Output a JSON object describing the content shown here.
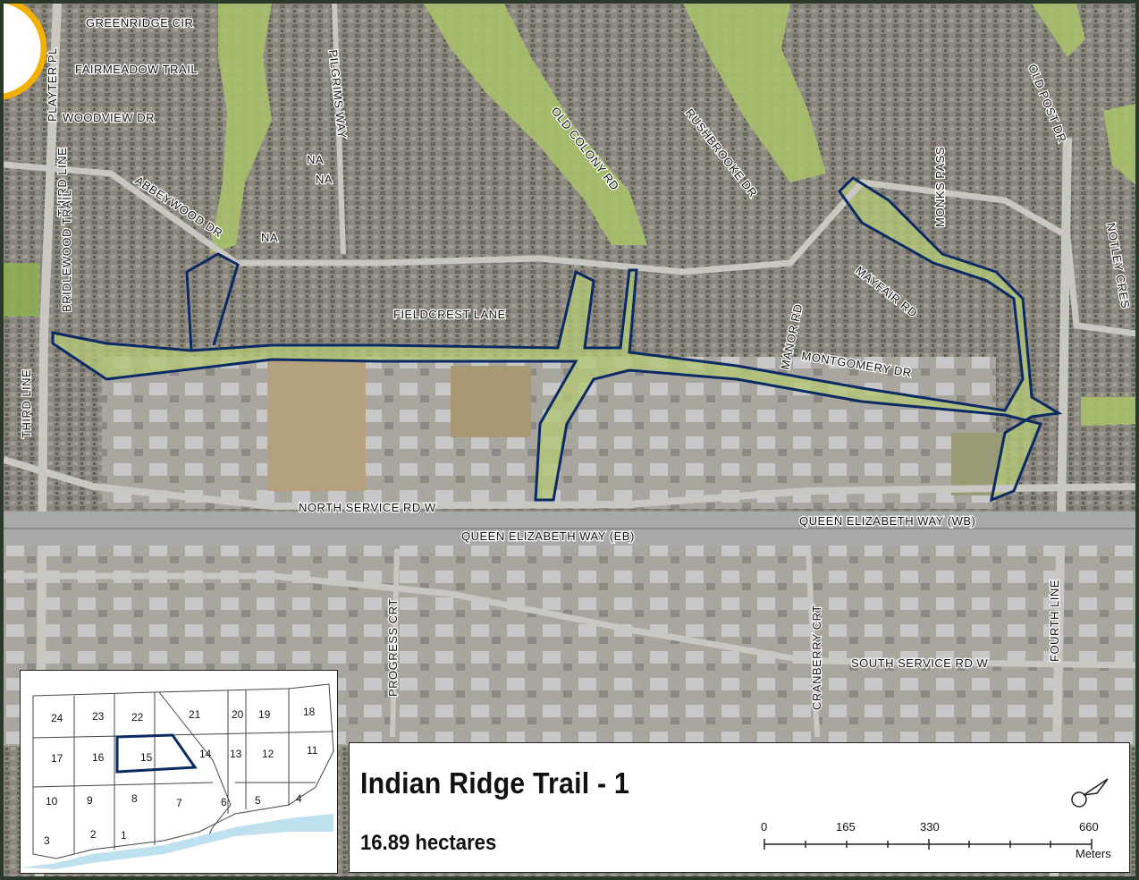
{
  "map": {
    "title": "Indian Ridge Trail - 1",
    "area": "16.89 hectares",
    "streets": [
      "GREENRIDGE CIR",
      "PLAYTER PL",
      "FAIRMEADOW TRAIL",
      "WOODVIEW DR",
      "THIRD LINE",
      "BRIDLEWOOD TRAIL",
      "ABBEYWOOD DR",
      "PILGRIMS WAY",
      "NA",
      "NA",
      "NA",
      "FIELDCREST LANE",
      "OLD COLONY RD",
      "RUSHBROOKE DR",
      "MONKS PASS",
      "OLD POST DR",
      "NOTLEY CRES",
      "MAYFAIR RD",
      "MANOR RD",
      "MONTGOMERY DR",
      "THIRD LINE",
      "NORTH SERVICE RD W",
      "QUEEN ELIZABETH WAY (WB)",
      "QUEEN ELIZABETH WAY (EB)",
      "PROGRESS CRT",
      "CRANBERRY CRT",
      "SOUTH SERVICE RD W",
      "FOURTH LINE"
    ],
    "scale": {
      "ticks": [
        "0",
        "165",
        "330",
        "660"
      ],
      "unit": "Meters"
    },
    "inset_zones": [
      "24",
      "23",
      "22",
      "21",
      "20",
      "19",
      "18",
      "17",
      "16",
      "15",
      "14",
      "13",
      "12",
      "11",
      "10",
      "9",
      "8",
      "7",
      "6",
      "5",
      "4",
      "3",
      "2",
      "1"
    ],
    "highlighted_zone": "15",
    "north_arrow_icon": "north-arrow-icon",
    "colors": {
      "boundary": "#0b2a63",
      "greenspace": "#a9c06a",
      "urban": "#8d8a82",
      "highway": "#a7aaa9",
      "legend_border": "#222222",
      "badge": "#f2b100"
    }
  }
}
